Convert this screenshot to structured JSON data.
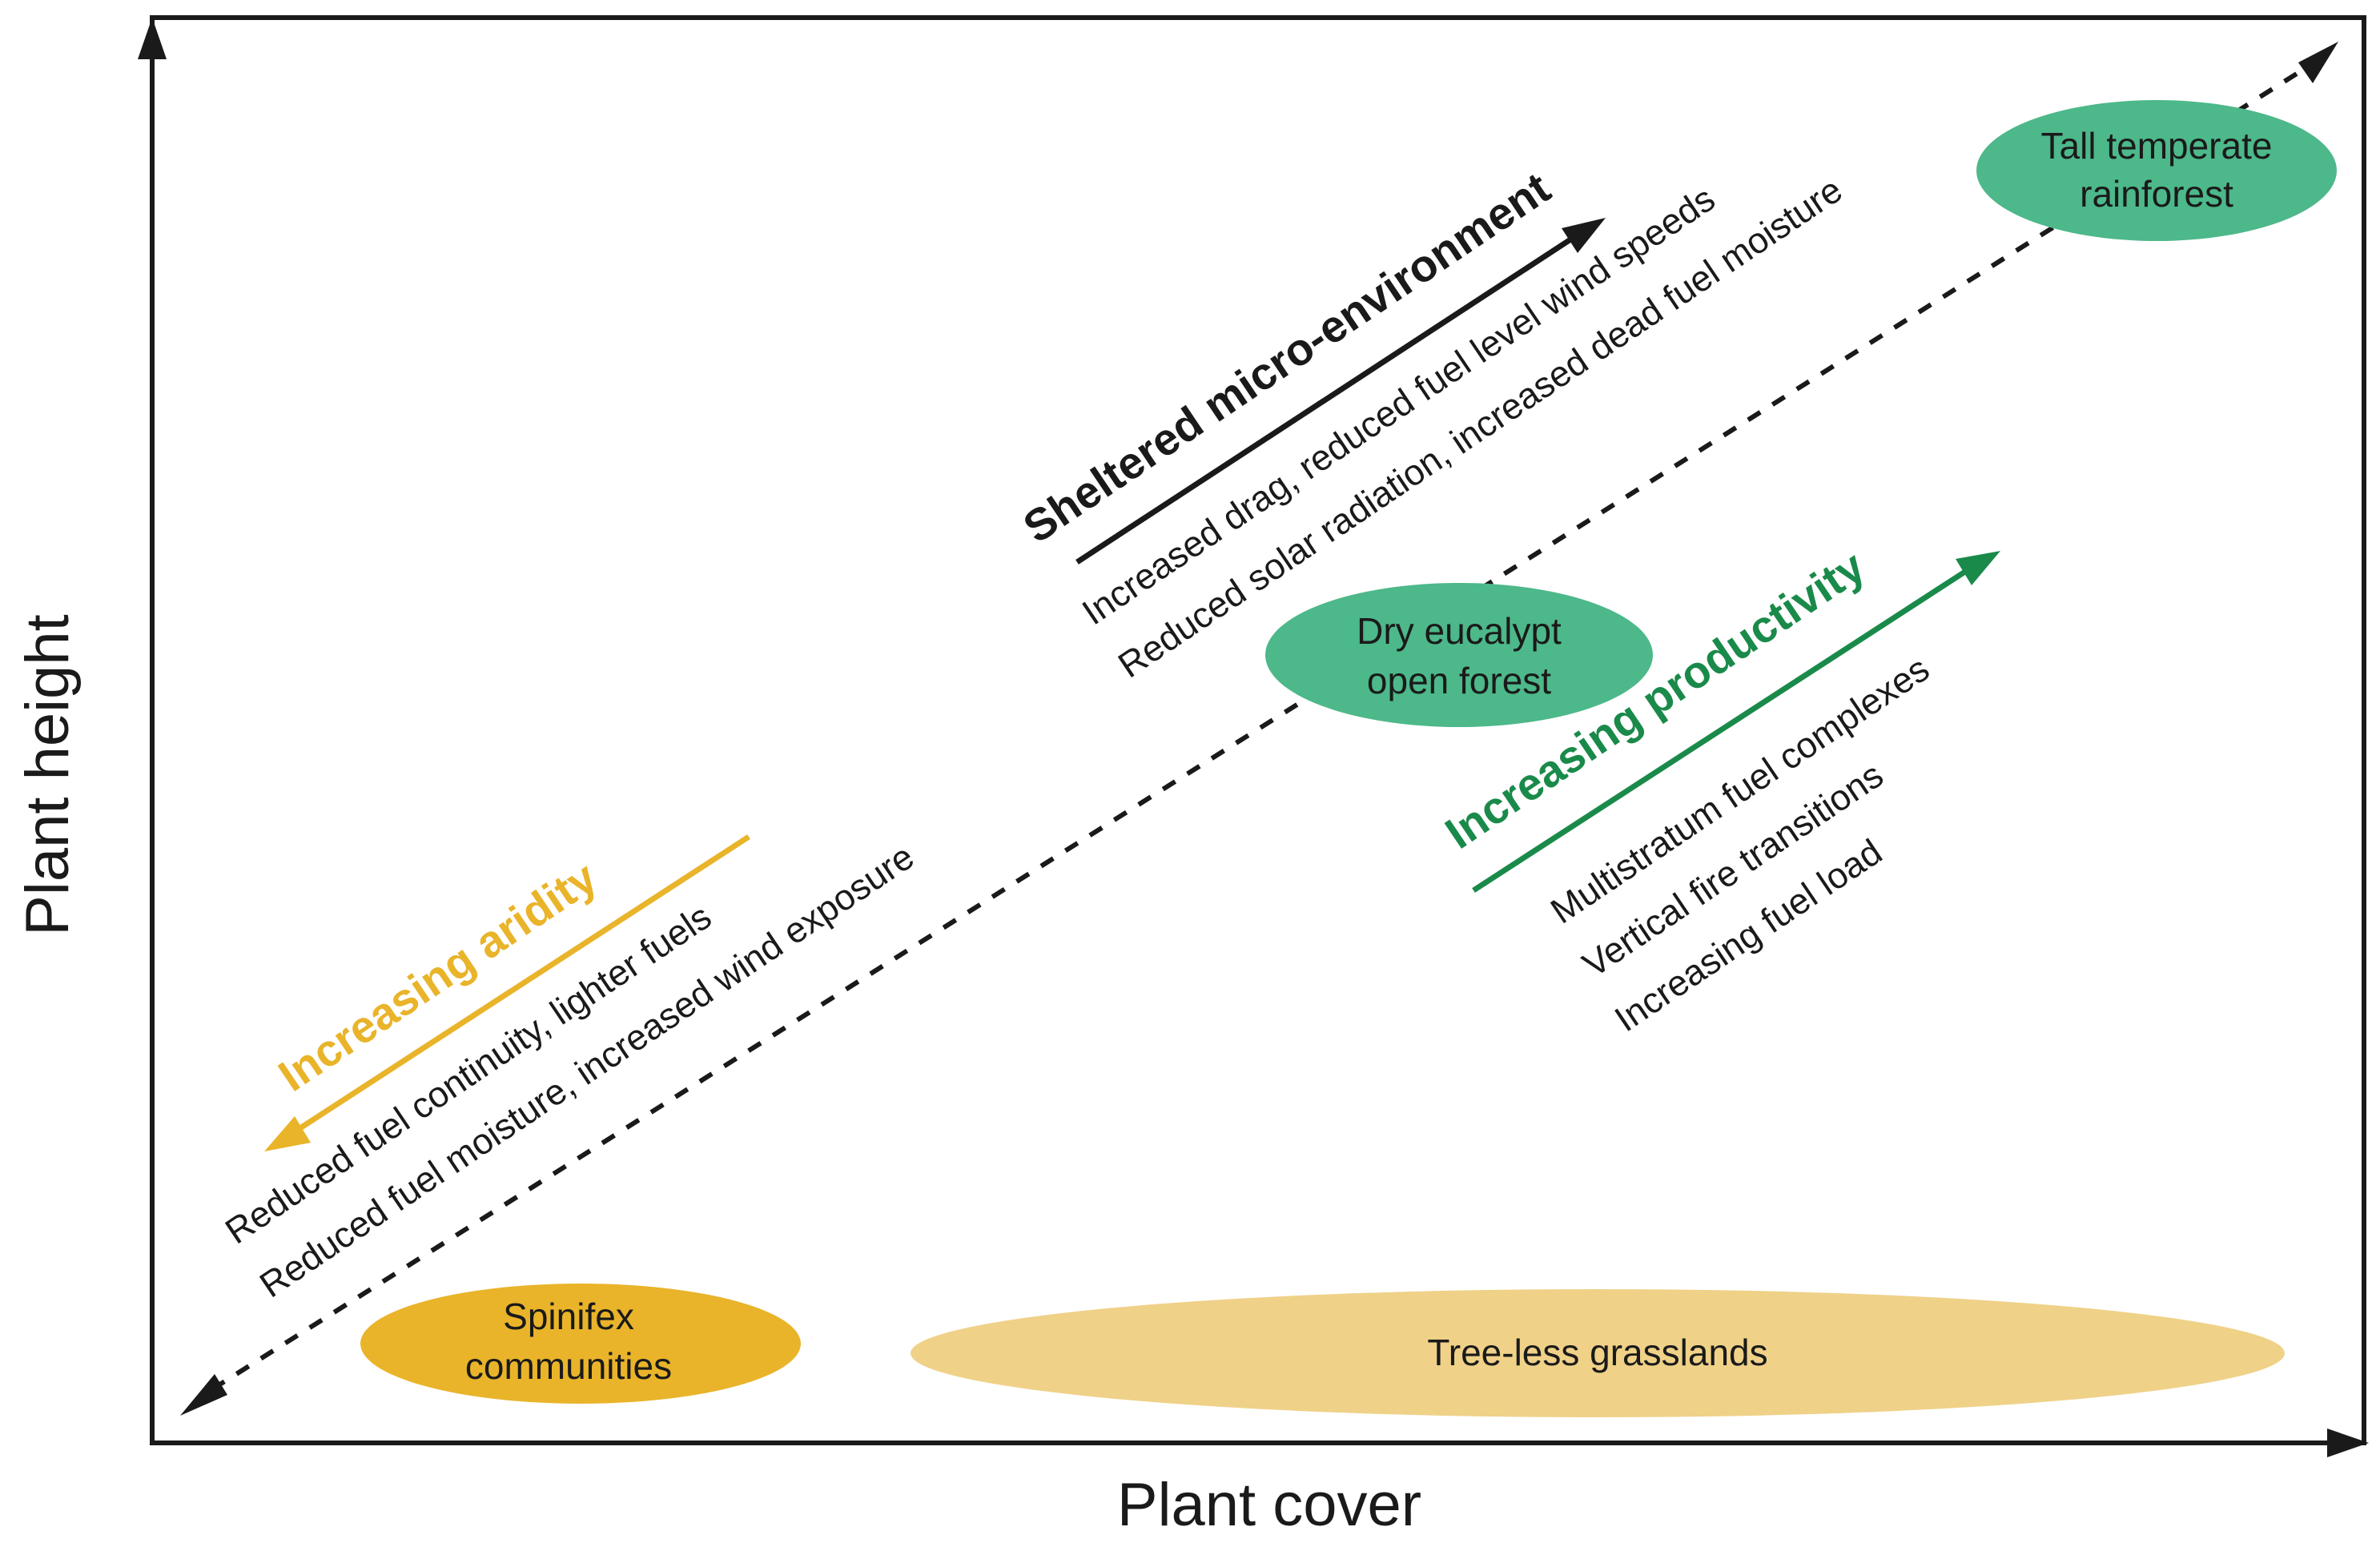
{
  "axes": {
    "x_label": "Plant cover",
    "y_label": "Plant height"
  },
  "ellipses": {
    "tall_rainforest": {
      "line1": "Tall  temperate",
      "line2": "rainforest",
      "color": "#4db88a"
    },
    "dry_eucalypt": {
      "line1": "Dry  eucalypt",
      "line2": "open  forest",
      "color": "#4db88a"
    },
    "spinifex": {
      "line1": "Spinifex",
      "line2": "communities",
      "color": "#e9b42a"
    },
    "grasslands": {
      "label": "Tree-less  grasslands",
      "color": "#efd188"
    }
  },
  "sheltered": {
    "title": "Sheltered  micro-environment",
    "line1": "Increased  drag,  reduced  fuel  level  wind  speeds",
    "line2": "Reduced  solar  radiation,  increased  dead  fuel  moisture",
    "color": "#1a1a1a"
  },
  "productivity": {
    "title": "Increasing  productivity",
    "line1": "Multistratum  fuel  complexes",
    "line2": "Vertical  fire  transitions",
    "line3": "Increasing  fuel  load",
    "color": "#1a8a4a"
  },
  "aridity": {
    "title": "Increasing  aridity",
    "line1": "Reduced  fuel  continuity,  lighter  fuels",
    "line2": "Reduced  fuel  moisture,  increased  wind  exposure",
    "color": "#e9b42a"
  }
}
